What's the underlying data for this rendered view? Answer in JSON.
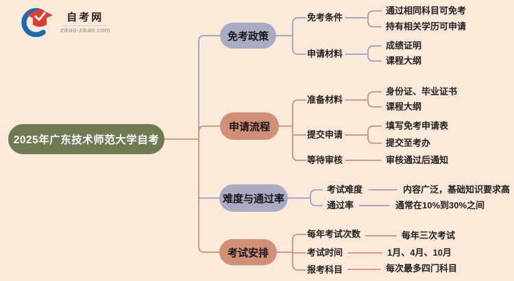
{
  "logo": {
    "title": "自考网",
    "domain": "zikao-zikao.com"
  },
  "root": {
    "label": "2025年广东技术师范大学自考"
  },
  "branches": [
    {
      "label": "免考政策",
      "children": [
        {
          "label": "免考条件",
          "leaves": [
            "通过相同科目可免考",
            "持有相关学历可申请"
          ]
        },
        {
          "label": "申请材料",
          "leaves": [
            "成绩证明",
            "课程大纲"
          ]
        }
      ]
    },
    {
      "label": "申请流程",
      "children": [
        {
          "label": "准备材料",
          "leaves": [
            "身份证、毕业证书",
            "课程大纲"
          ]
        },
        {
          "label": "提交申请",
          "leaves": [
            "填写免考申请表",
            "提交至考办"
          ]
        },
        {
          "label": "等待审核",
          "leaves": [
            "审核通过后通知"
          ]
        }
      ]
    },
    {
      "label": "难度与通过率",
      "children": [
        {
          "label": "考试难度",
          "leaves": [
            "内容广泛，基础知识要求高"
          ]
        },
        {
          "label": "通过率",
          "leaves": [
            "通常在10%到30%之间"
          ]
        }
      ]
    },
    {
      "label": "考试安排",
      "children": [
        {
          "label": "每年考试次数",
          "leaves": [
            "每年三次考试"
          ]
        },
        {
          "label": "考试时间",
          "leaves": [
            "1月、4月、10月"
          ]
        },
        {
          "label": "报考科目",
          "leaves": [
            "每次最多四门科目"
          ]
        }
      ]
    }
  ],
  "colors": {
    "background": "#fbe9da",
    "root_fill": "#6d7a52",
    "lavender_fill": "#a8abc2",
    "salmon_fill": "#d18f77",
    "lavender_line": "#9ba1bc",
    "salmon_line": "#cf9177",
    "logo_blue": "#1e6cb0",
    "logo_red": "#e23b30"
  }
}
